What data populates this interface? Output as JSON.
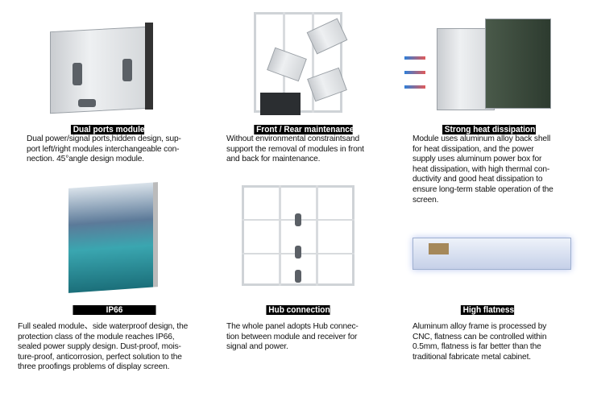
{
  "features": [
    {
      "title": "Dual ports module",
      "lines": [
        "Dual power/signal ports,hidden design, sup-",
        "port left/right modules interchangeable con-",
        "nection. 45°angle design module."
      ]
    },
    {
      "title": "Front / Rear maintenance",
      "lines": [
        "Without environmental constraintsand",
        "support the removal of modules in front",
        "and back for maintenance."
      ]
    },
    {
      "title": "Strong heat dissipation",
      "lines": [
        "Module uses aluminum alloy back shell",
        "for heat dissipation, and the power",
        "supply uses aluminum power box for",
        "heat dissipation, with high thermal con-",
        "ductivity and good heat dissipation to",
        "ensure long-term stable operation of the",
        "screen."
      ]
    },
    {
      "title": "IP66",
      "lines": [
        "Full sealed module、side waterproof design, the",
        "protection class of the module reaches IP66,",
        "sealed power supply design. Dust-proof, mois-",
        "ture-proof, anticorrosion, perfect solution to the",
        "three proofings problems of display screen."
      ]
    },
    {
      "title": "Hub connection",
      "lines": [
        "The whole panel adopts Hub connec-",
        "tion between module and receiver for",
        "signal and power."
      ]
    },
    {
      "title": "High flatness",
      "lines": [
        "Aluminum alloy frame is processed by",
        "CNC, flatness can be controlled within",
        "0.5mm, flatness is far better than the",
        "traditional fabricate metal cabinet."
      ]
    }
  ]
}
